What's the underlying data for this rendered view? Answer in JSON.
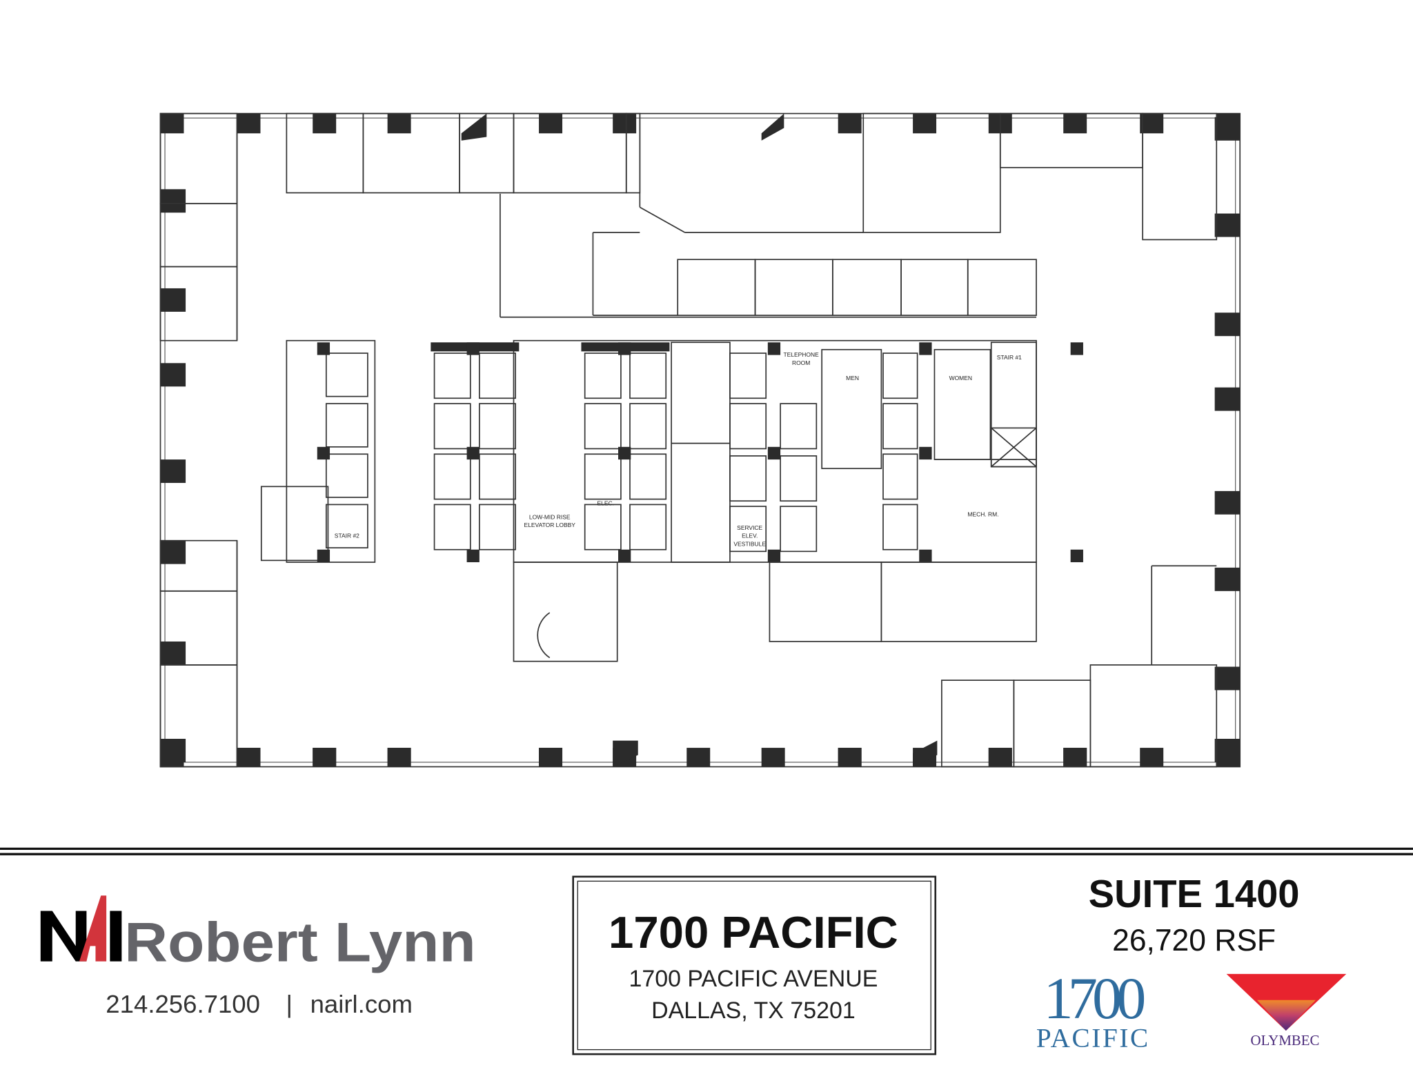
{
  "floor_plan": {
    "labels": {
      "telephone_room": [
        "TELEPHONE",
        "ROOM"
      ],
      "men": "MEN",
      "women": "WOMEN",
      "stair1": "STAIR #1",
      "stair2": "STAIR #2",
      "elec": "ELEC.",
      "elevator_lobby": [
        "LOW-MID RISE",
        "ELEVATOR LOBBY"
      ],
      "service_vestibule": [
        "SERVICE",
        "ELEV.",
        "VESTIBULE"
      ],
      "mech": "MECH. RM."
    }
  },
  "footer": {
    "brand": {
      "nai": "NAI",
      "name": "Robert Lynn",
      "colors": {
        "black": "#000000",
        "red": "#d2343c",
        "gray": "#646469"
      }
    },
    "contact": {
      "phone": "214.256.7100",
      "separator": "|",
      "website": "nairl.com"
    },
    "building": {
      "title": "1700 PACIFIC",
      "address_line1": "1700 PACIFIC AVENUE",
      "address_line2": "DALLAS, TX 75201"
    },
    "suite": {
      "name": "SUITE 1400",
      "area": "26,720 RSF"
    },
    "logo_1700": {
      "number": "1700",
      "word": "PACIFIC",
      "color": "#2f6c9e"
    },
    "logo_olymbec": {
      "word": "OLYMBEC",
      "colors": {
        "red": "#e8232e",
        "purple": "#4a2a7a",
        "orange": "#f08a2a"
      }
    }
  }
}
